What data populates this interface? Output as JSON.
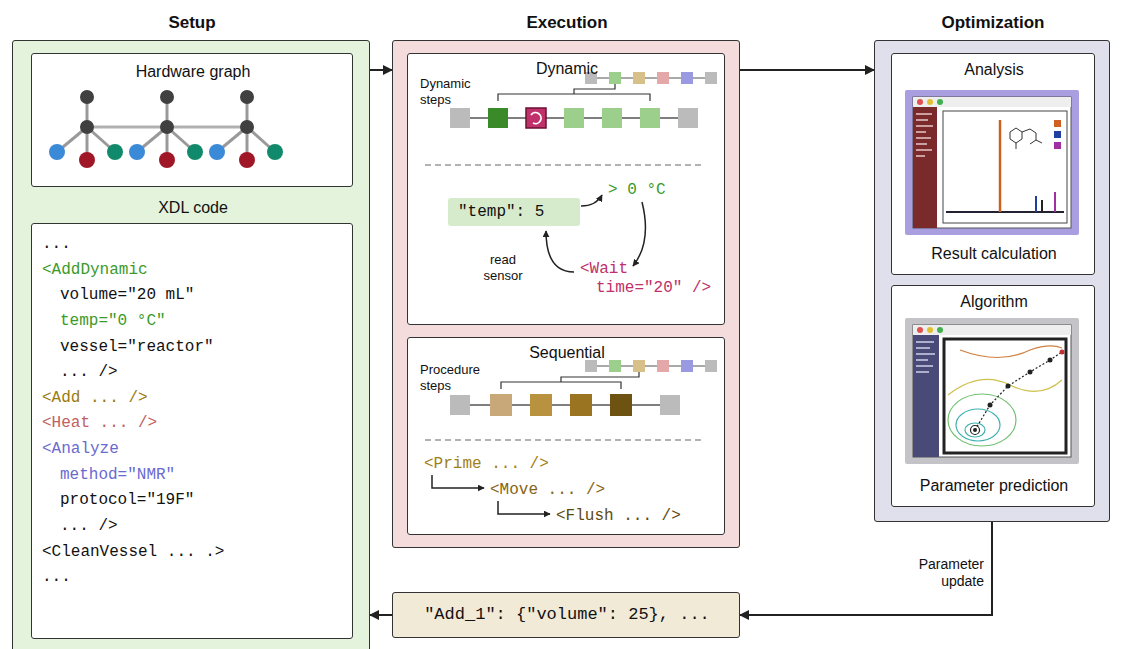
{
  "diagram": {
    "nodes": [
      {
        "text": [
          "Setup"
        ]
      },
      {
        "text": [
          "Hardware graph"
        ],
        "in": 0
      },
      {
        "text": [
          "XDL code",
          "...",
          "<AddDynamic",
          "volume=\"20 mL\"",
          "temp=\"0 °C\"",
          "vessel=\"reactor\"",
          "... />",
          "<Add ... />",
          "<Heat ... />",
          "<Analyze",
          "method=\"NMR\"",
          "protocol=\"19F\"",
          "... />",
          "<CleanVessel ... .>",
          "..."
        ],
        "in": 0
      },
      {
        "text": [
          "Execution"
        ]
      },
      {
        "text": [
          "Dynamic",
          "Dynamic steps",
          "> 0 °C",
          "read sensor",
          "<Wait time=\"20\" />"
        ],
        "in": 3
      },
      {
        "text": [
          "\"temp\": 5"
        ],
        "in": 4
      },
      {
        "text": [
          "Sequential",
          "Procedure steps",
          "<Prime ... />",
          "<Move ... />",
          "<Flush ... />"
        ],
        "in": 3
      },
      {
        "text": [
          "Optimization"
        ]
      },
      {
        "text": [
          "Analysis",
          "Result calculation"
        ],
        "in": 7
      },
      {
        "text": [
          "Algorithm",
          "Parameter prediction"
        ],
        "in": 7
      },
      {
        "text": [
          "\"Add_1\": {\"volume\": 25}, ..."
        ]
      }
    ],
    "edges": [
      {
        "from": 0,
        "to": 3,
        "arrow": "to"
      },
      {
        "from": 3,
        "to": 7,
        "arrow": "to"
      },
      {
        "from": 7,
        "to": 10,
        "label": "Parameter update",
        "arrow": "to"
      },
      {
        "from": 10,
        "to": 0,
        "arrow": "to"
      }
    ]
  }
}
